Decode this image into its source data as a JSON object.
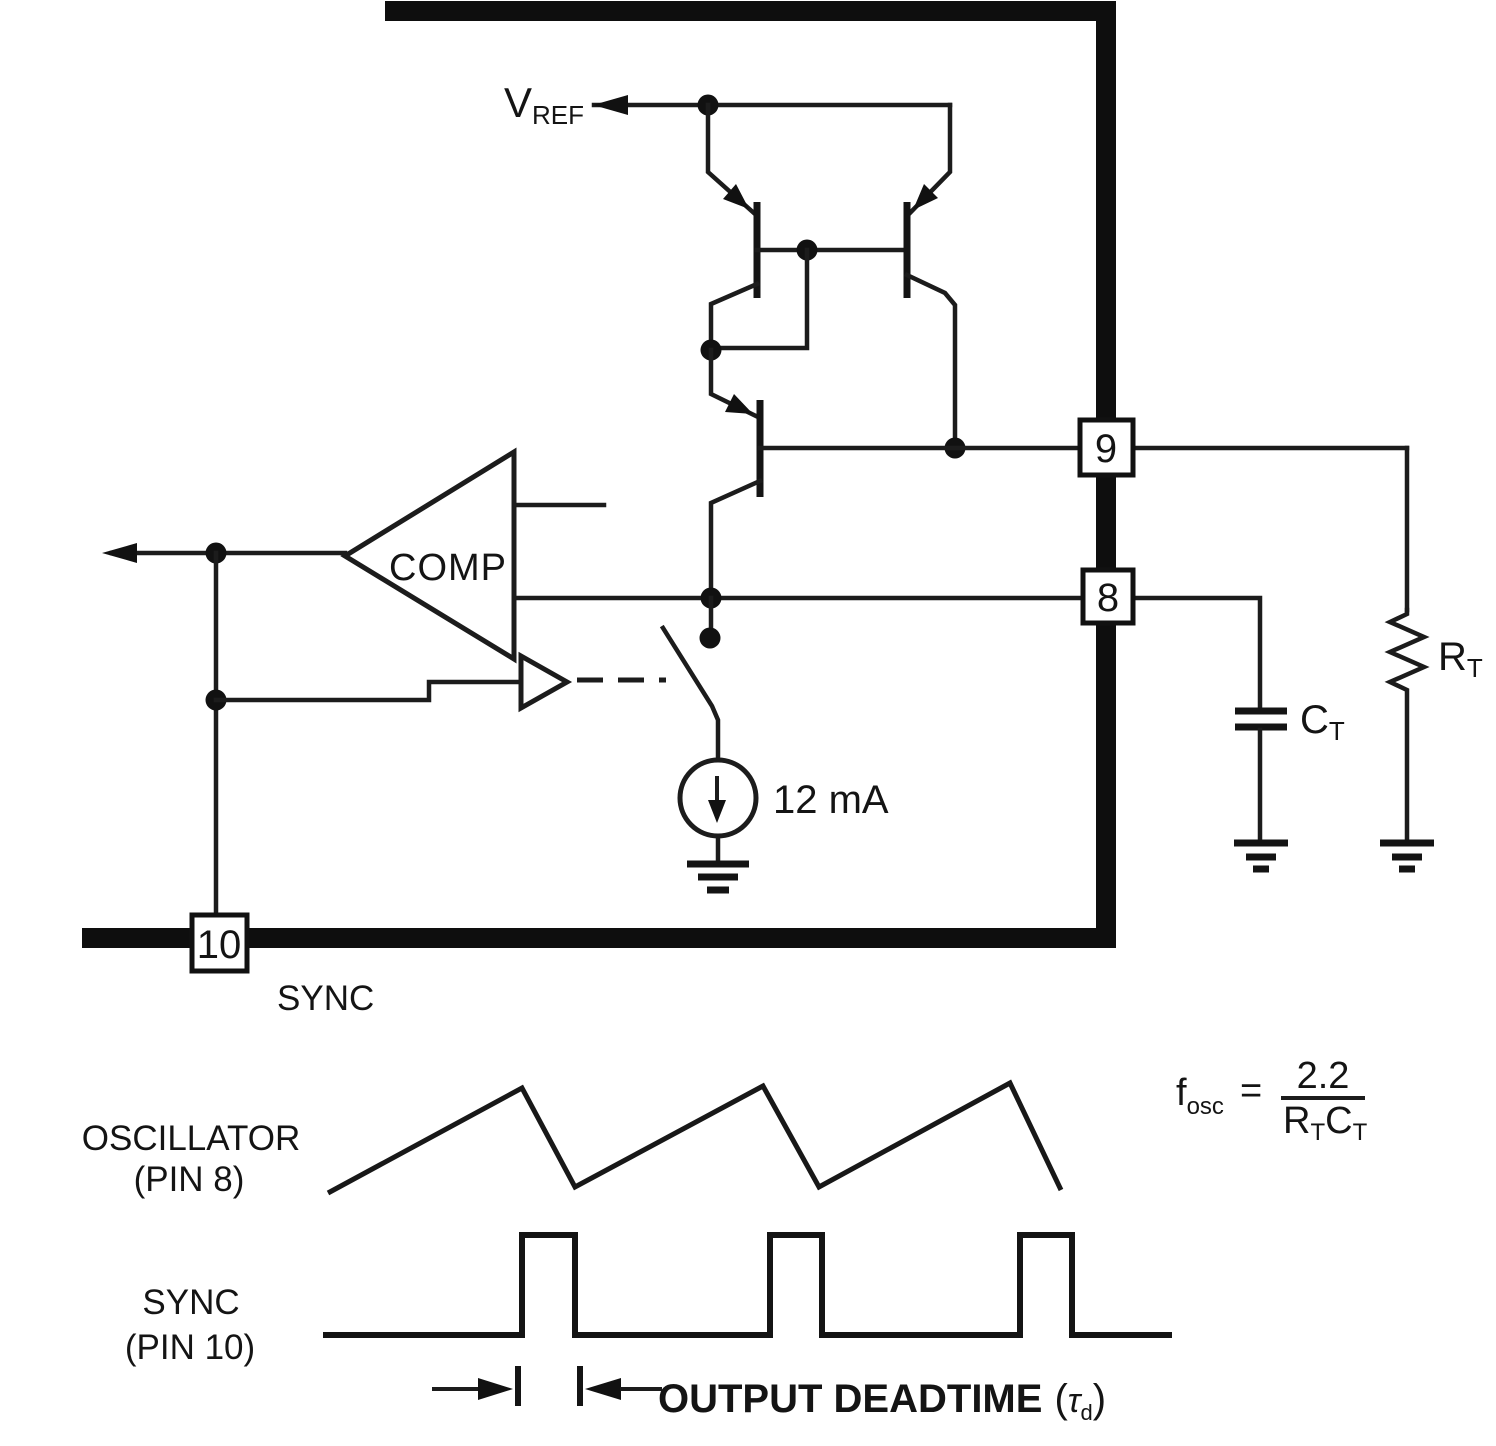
{
  "schematic": {
    "vref_label": {
      "base": "V",
      "sub": "REF"
    },
    "comp_label": "COMP",
    "current_source_label": "12 mA",
    "pins": {
      "pin9": "9",
      "pin8": "8",
      "pin10": "10"
    },
    "sync_pin_label": "SYNC",
    "rt_label": {
      "base": "R",
      "sub": "T"
    },
    "ct_label": {
      "base": "C",
      "sub": "T"
    }
  },
  "waveforms": {
    "oscillator_label": "OSCILLATOR",
    "oscillator_pin": "(PIN 8)",
    "sync_label": "SYNC",
    "sync_pin": "(PIN 10)",
    "deadtime_label": "OUTPUT DEADTIME",
    "deadtime_open": "(",
    "deadtime_tau": "τ",
    "deadtime_tau_sub": "d",
    "deadtime_close": ")"
  },
  "formula": {
    "f": "f",
    "f_sub": "osc",
    "equals": "=",
    "numerator": "2.2",
    "den_r": "R",
    "den_r_sub": "T",
    "den_c": "C",
    "den_c_sub": "T"
  }
}
